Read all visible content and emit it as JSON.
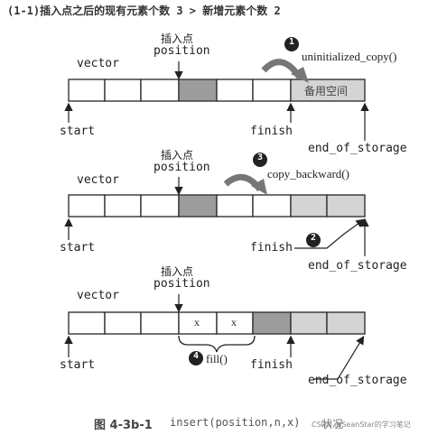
{
  "heading": "(1-1)插入点之后的现有元素个数 3 > 新增元素个数 2",
  "panels": [
    {
      "vector_label": "vector",
      "insert_label": "插入点",
      "position_label": "position",
      "step_number": "1",
      "step_label": "uninitialized_copy()",
      "spare_label": "备用空间",
      "start_label": "start",
      "finish_label": "finish",
      "end_label": "end_of_storage"
    },
    {
      "vector_label": "vector",
      "insert_label": "插入点",
      "position_label": "position",
      "step_number": "3",
      "step_label": "copy_backward()",
      "step2_number": "2",
      "start_label": "start",
      "finish_label": "finish",
      "end_label": "end_of_storage"
    },
    {
      "vector_label": "vector",
      "insert_label": "插入点",
      "position_label": "position",
      "cell_x1": "x",
      "cell_x2": "x",
      "step_number": "4",
      "step_label": "fill()",
      "start_label": "start",
      "finish_label": "finish",
      "end_label": "end_of_storage"
    }
  ],
  "caption": {
    "figure": "图 4-3b-1",
    "code": "insert(position,n,x)",
    "suffix": "状况",
    "watermark": "CSDN @SeanStar的学习笔记"
  }
}
